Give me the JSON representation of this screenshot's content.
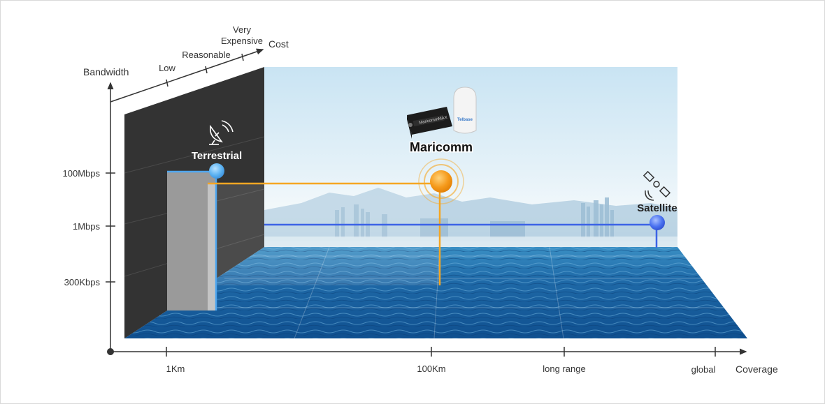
{
  "axes": {
    "y_title": "Bandwidth",
    "x_title": "Coverage",
    "z_title": "Cost",
    "y_ticks": [
      "100Mbps",
      "1Mbps",
      "300Kbps"
    ],
    "x_ticks": [
      "1Km",
      "100Km",
      "long range",
      "global"
    ],
    "z_ticks": {
      "low": "Low",
      "reasonable": "Reasonable",
      "very_line1": "Very",
      "very_line2": "Expensive"
    }
  },
  "solutions": {
    "terrestrial": "Terrestrial",
    "maricomm": "Maricomm",
    "satellite": "Satellite"
  },
  "device": {
    "unit_label": "MaricommMAX",
    "antenna_label": "Telbase"
  },
  "colors": {
    "terrestrial": "#4ea6ef",
    "maricomm": "#f5a623",
    "satellite": "#3c63e6",
    "wall": "#333333",
    "axis": "#333333"
  }
}
